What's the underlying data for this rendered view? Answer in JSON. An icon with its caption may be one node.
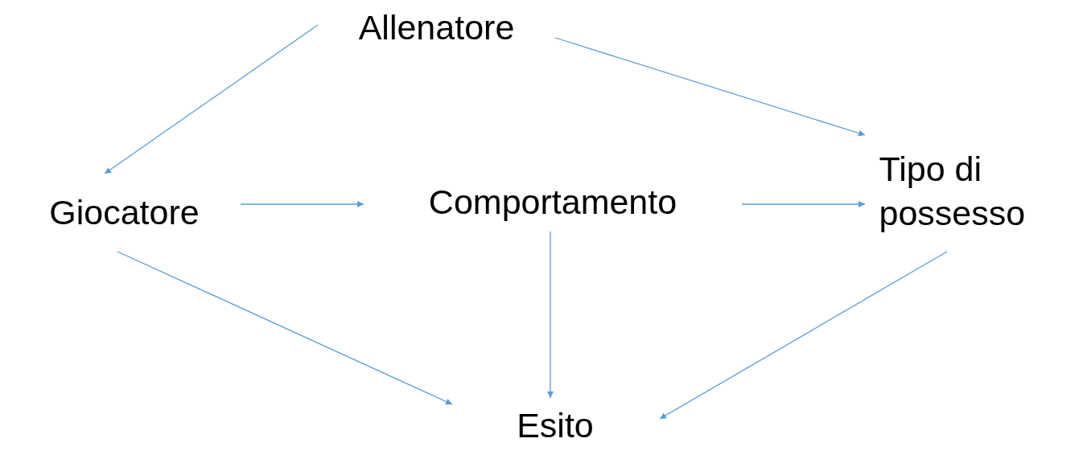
{
  "diagram": {
    "nodes": [
      {
        "text": [
          "Allenatore"
        ]
      },
      {
        "text": [
          "Giocatore"
        ]
      },
      {
        "text": [
          "Comportamento"
        ]
      },
      {
        "text": [
          "Tipo di possesso"
        ]
      },
      {
        "text": [
          "Esito"
        ]
      }
    ],
    "edges": [
      {
        "from": 0,
        "to": 1,
        "arrow": "to"
      },
      {
        "from": 0,
        "to": 3,
        "arrow": "to"
      },
      {
        "from": 1,
        "to": 2,
        "arrow": "to"
      },
      {
        "from": 2,
        "to": 3,
        "arrow": "to"
      },
      {
        "from": 1,
        "to": 4,
        "arrow": "to"
      },
      {
        "from": 2,
        "to": 4,
        "arrow": "to"
      },
      {
        "from": 3,
        "to": 4,
        "arrow": "to"
      }
    ]
  }
}
